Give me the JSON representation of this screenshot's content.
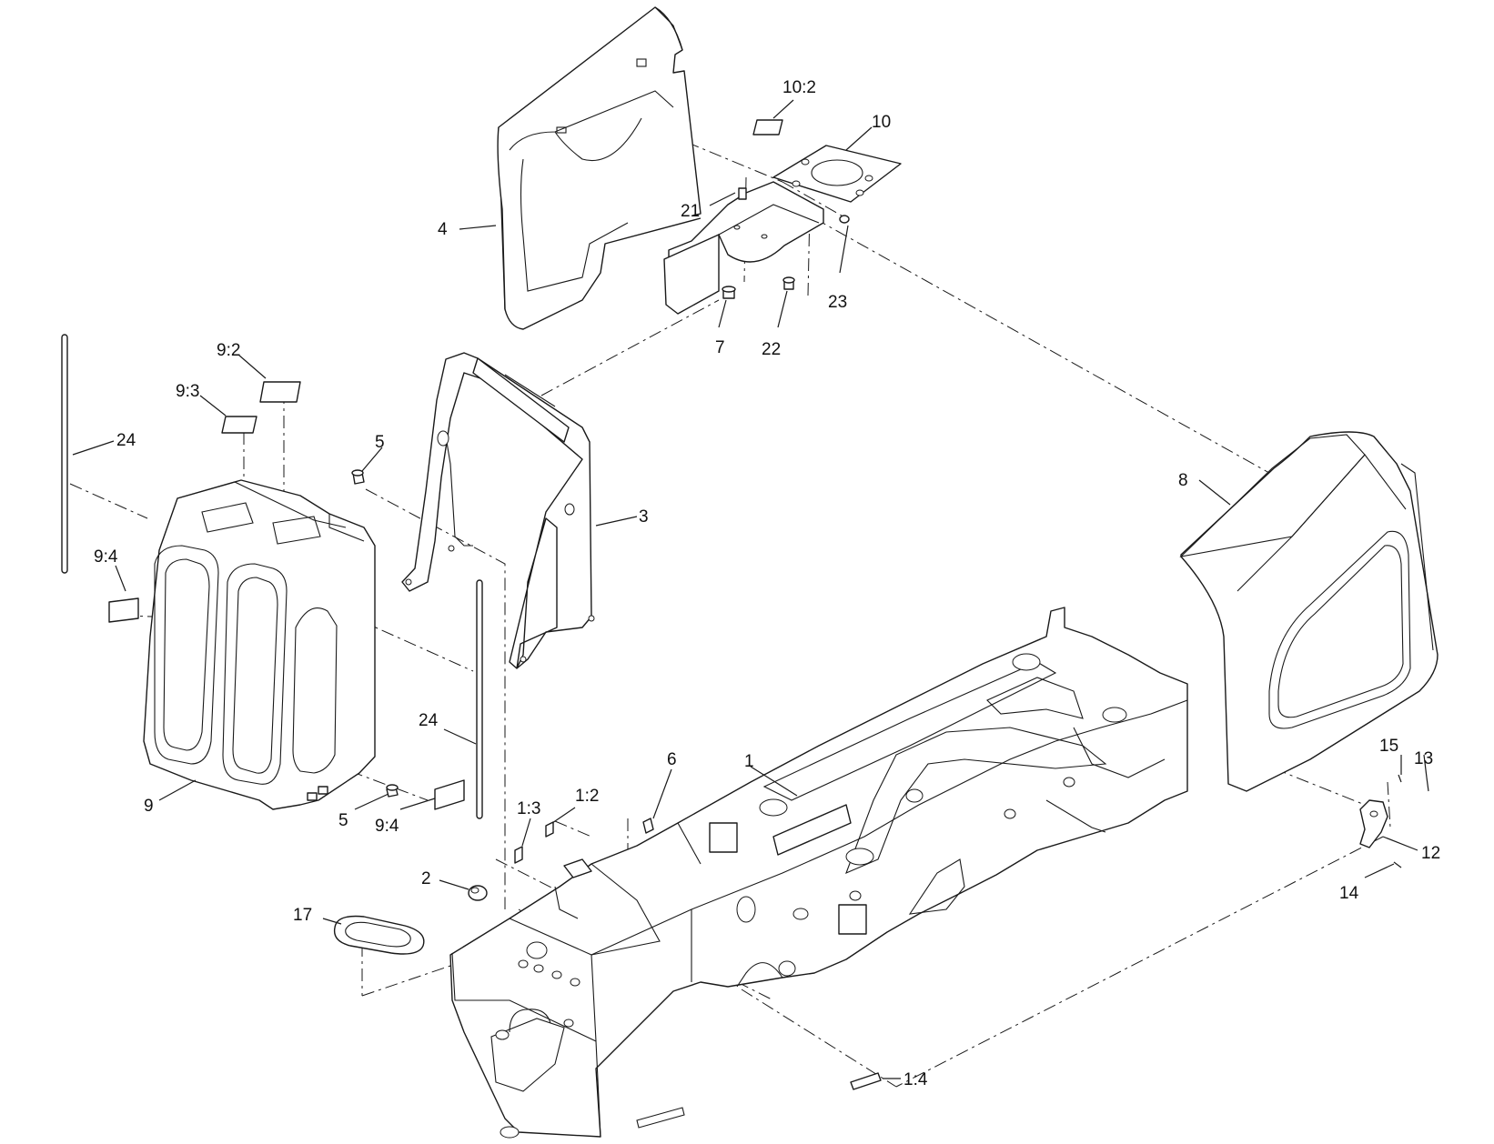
{
  "diagram": {
    "callouts": [
      {
        "id": "c-10-2",
        "text": "10:2"
      },
      {
        "id": "c-10",
        "text": "10"
      },
      {
        "id": "c-21",
        "text": "21"
      },
      {
        "id": "c-4",
        "text": "4"
      },
      {
        "id": "c-23",
        "text": "23"
      },
      {
        "id": "c-7",
        "text": "7"
      },
      {
        "id": "c-22",
        "text": "22"
      },
      {
        "id": "c-9-2",
        "text": "9:2"
      },
      {
        "id": "c-9-3",
        "text": "9:3"
      },
      {
        "id": "c-24a",
        "text": "24"
      },
      {
        "id": "c-5a",
        "text": "5"
      },
      {
        "id": "c-3",
        "text": "3"
      },
      {
        "id": "c-8",
        "text": "8"
      },
      {
        "id": "c-9-4a",
        "text": "9:4"
      },
      {
        "id": "c-24b",
        "text": "24"
      },
      {
        "id": "c-1",
        "text": "1"
      },
      {
        "id": "c-15",
        "text": "15"
      },
      {
        "id": "c-13",
        "text": "13"
      },
      {
        "id": "c-9",
        "text": "9"
      },
      {
        "id": "c-5b",
        "text": "5"
      },
      {
        "id": "c-9-4b",
        "text": "9:4"
      },
      {
        "id": "c-1-3",
        "text": "1:3"
      },
      {
        "id": "c-1-2",
        "text": "1:2"
      },
      {
        "id": "c-6",
        "text": "6"
      },
      {
        "id": "c-12",
        "text": "12"
      },
      {
        "id": "c-2",
        "text": "2"
      },
      {
        "id": "c-14",
        "text": "14"
      },
      {
        "id": "c-17",
        "text": "17"
      },
      {
        "id": "c-1-4",
        "text": "1:4"
      }
    ]
  }
}
